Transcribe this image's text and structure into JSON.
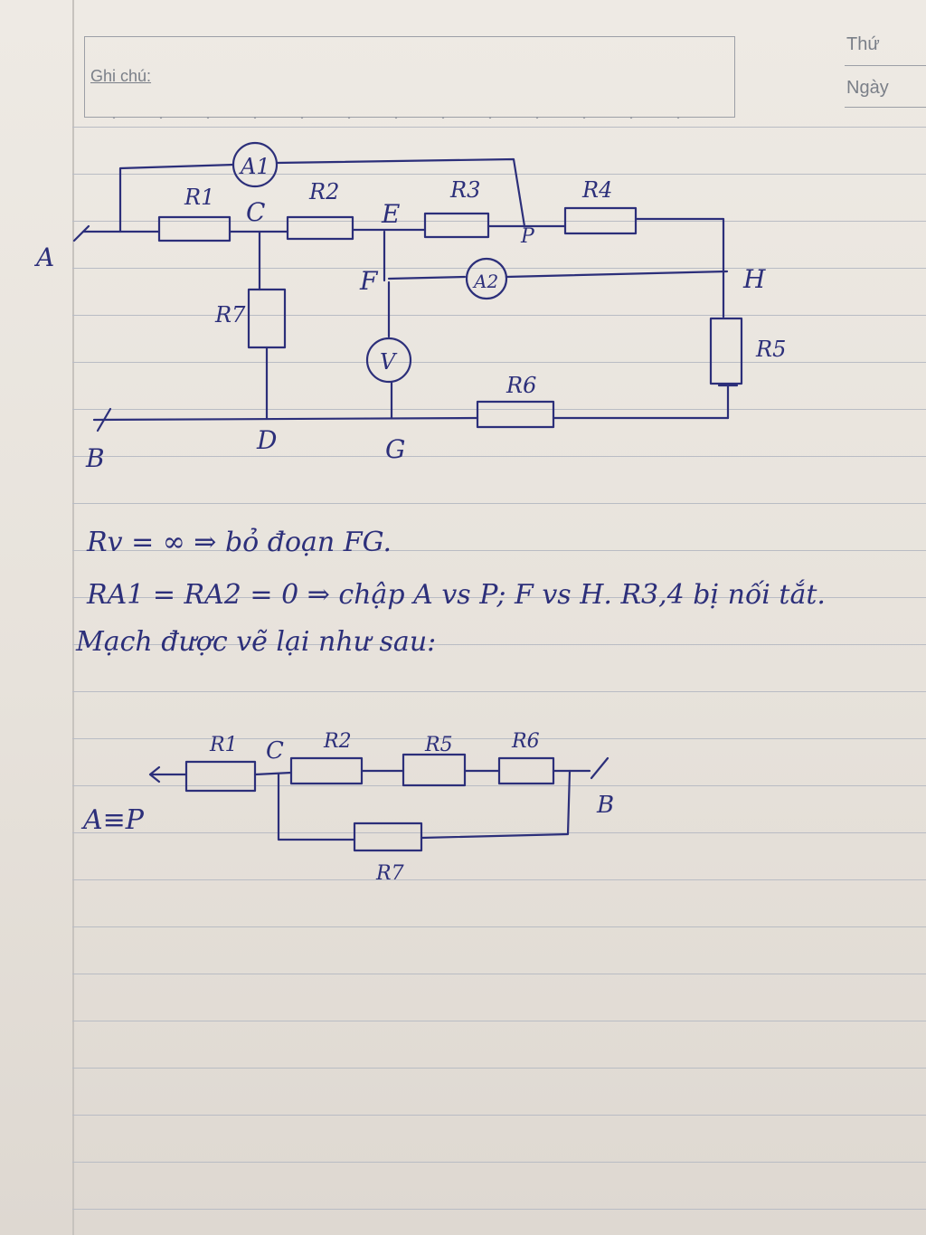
{
  "header": {
    "notes_label": "Ghi chú:",
    "day_label": "Thứ",
    "date_label": "Ngày"
  },
  "circuit1": {
    "nodes": {
      "A": "A",
      "B": "B",
      "C": "C",
      "D": "D",
      "E": "E",
      "F": "F",
      "G": "G",
      "H": "H",
      "P": "P"
    },
    "resistors": {
      "r1": "R1",
      "r2": "R2",
      "r3": "R3",
      "r4": "R4",
      "r5": "R5",
      "r6": "R6",
      "r7": "R7"
    },
    "meters": {
      "a1": "A1",
      "a2": "A2",
      "v": "V"
    }
  },
  "notes": {
    "line1": "Rv = ∞ ⇒ bỏ đoạn FG.",
    "line2": "RA1 = RA2 = 0 ⇒ chập A vs P; F vs H. R3,4 bị nối tắt.",
    "line3": "Mạch được vẽ lại như sau:"
  },
  "circuit2": {
    "left_label": "A≡P",
    "node_c": "C",
    "node_b": "B",
    "resistors": {
      "r1": "R1",
      "r2": "R2",
      "r5": "R5",
      "r6": "R6",
      "r7": "R7"
    }
  },
  "colors": {
    "ink": "#2c2f7a",
    "paper": "#ebe6df",
    "rule": "#b9bcc4"
  }
}
